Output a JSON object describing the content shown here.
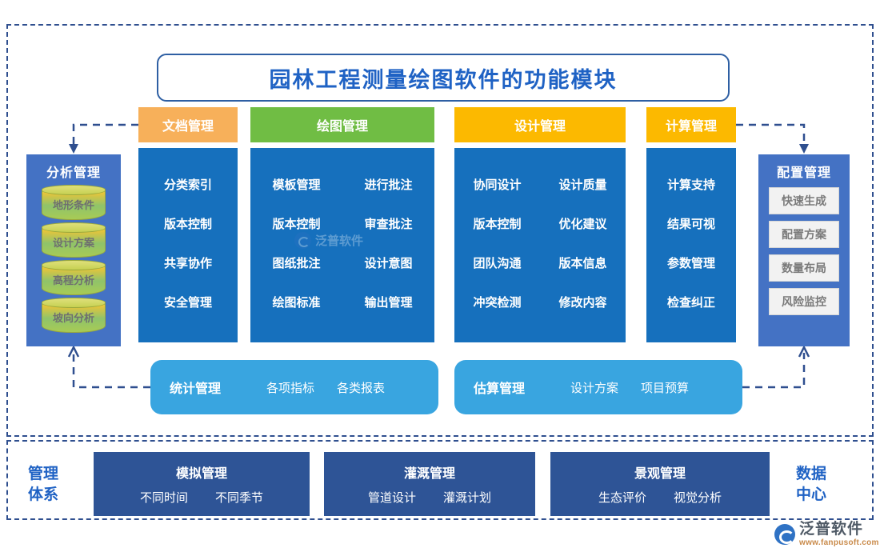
{
  "title": "园林工程测量绘图软件的功能模块",
  "tabs": [
    {
      "label": "文档管理",
      "color": "#f7b05a"
    },
    {
      "label": "绘图管理",
      "color": "#70bd44"
    },
    {
      "label": "设计管理",
      "color": "#fcb900"
    },
    {
      "label": "计算管理",
      "color": "#fcb900"
    }
  ],
  "columns": [
    {
      "groups": [
        [
          "分类索引",
          "版本控制",
          "共享协作",
          "安全管理"
        ]
      ]
    },
    {
      "groups": [
        [
          "模板管理",
          "版本控制",
          "图纸批注",
          "绘图标准"
        ],
        [
          "进行批注",
          "审查批注",
          "设计意图",
          "输出管理"
        ]
      ]
    },
    {
      "groups": [
        [
          "协同设计",
          "版本控制",
          "团队沟通",
          "冲突检测"
        ],
        [
          "设计质量",
          "优化建议",
          "版本信息",
          "修改内容"
        ]
      ]
    },
    {
      "groups": [
        [
          "计算支持",
          "结果可视",
          "参数管理",
          "检查纠正"
        ]
      ]
    }
  ],
  "left_panel": {
    "title": "分析管理",
    "items": [
      "地形条件",
      "设计方案",
      "高程分析",
      "坡向分析"
    ]
  },
  "right_panel": {
    "title": "配置管理",
    "items": [
      "快速生成",
      "配置方案",
      "数量布局",
      "风险监控"
    ]
  },
  "round_boxes": [
    {
      "title": "统计管理",
      "items": [
        "各项指标",
        "各类报表"
      ]
    },
    {
      "title": "估算管理",
      "items": [
        "设计方案",
        "项目预算"
      ]
    }
  ],
  "bottom": {
    "left_label_line1": "管理",
    "left_label_line2": "体系",
    "right_label_line1": "数据",
    "right_label_line2": "中心",
    "boxes": [
      {
        "title": "模拟管理",
        "items": [
          "不同时间",
          "不同季节"
        ]
      },
      {
        "title": "灌溉管理",
        "items": [
          "管道设计",
          "灌溉计划"
        ]
      },
      {
        "title": "景观管理",
        "items": [
          "生态评价",
          "视觉分析"
        ]
      }
    ]
  },
  "watermark": {
    "text": "泛普软件"
  },
  "logo": {
    "name": "泛普软件",
    "url": "www.fanpusoft.com"
  },
  "colors": {
    "panel_blue": "#1670bd",
    "sidebar_blue": "#4472c4",
    "light_blue": "#39a5e0",
    "navy": "#2e5496",
    "green": "#70bd44",
    "gold": "#fcb900",
    "orange": "#f7b05a",
    "dash_border": "#2f4f8f",
    "title_text": "#1f62c4"
  }
}
